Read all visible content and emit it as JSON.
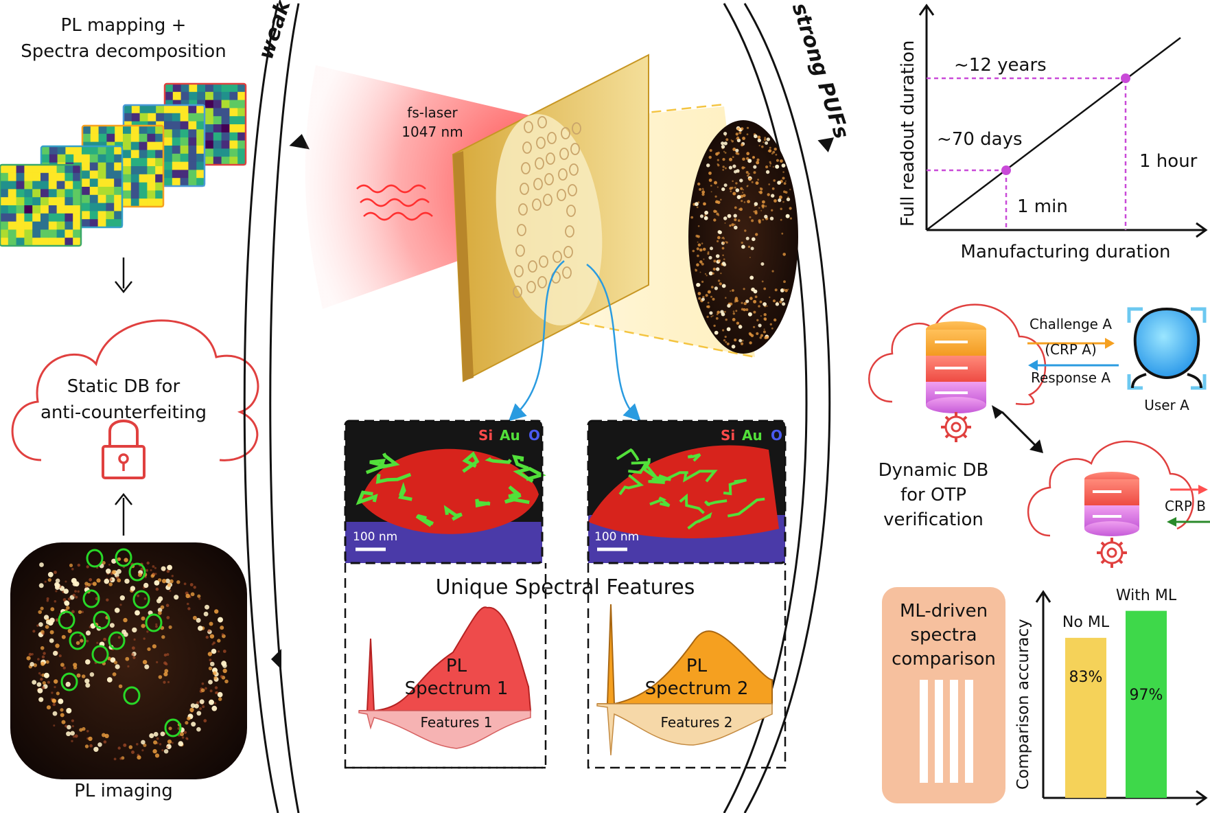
{
  "left": {
    "mapping_title_line1": "PL mapping +",
    "mapping_title_line2": "Spectra decomposition",
    "db_line1": "Static DB for",
    "db_line2": "anti-counterfeiting",
    "imaging_label": "PL imaging"
  },
  "arcs": {
    "weak_label": "weak PUFs",
    "strong_label": "strong PUFs"
  },
  "center": {
    "laser_line1": "fs-laser",
    "laser_line2": "1047 nm",
    "eds_elements": [
      "Si",
      "Au",
      "O"
    ],
    "scale_bar": "100 nm",
    "features_title": "Unique Spectral Features",
    "spectrum1_line1": "PL",
    "spectrum1_line2": "Spectrum 1",
    "features1": "Features 1",
    "spectrum2_line1": "PL",
    "spectrum2_line2": "Spectrum  2",
    "features2": "Features 2"
  },
  "readout_chart": {
    "ylabel": "Full readout duration",
    "xlabel": "Manufacturing duration",
    "point_high_label": "~12 years",
    "point_low_label": "~70 days",
    "x_high_label": "1 hour",
    "x_low_label": "1 min"
  },
  "crp": {
    "challenge": "Challenge A",
    "crp_a": "(CRP A)",
    "response": "Response A",
    "user": "User A",
    "dyn_line1": "Dynamic DB",
    "dyn_line2": "for OTP",
    "dyn_line3": "verification",
    "crp_b": "CRP B"
  },
  "ml": {
    "box_line1": "ML-driven",
    "box_line2": "spectra",
    "box_line3": "comparison"
  },
  "chart_data": {
    "type": "bar",
    "categories": [
      "No ML",
      "With ML"
    ],
    "values": [
      83,
      97
    ],
    "value_labels": [
      "83%",
      "97%"
    ],
    "ylabel": "Comparison accuracy",
    "colors": [
      "#f5d259",
      "#3ed84a"
    ]
  },
  "colors": {
    "cloud_red": "#e0403f",
    "magenta_guide": "#c94ad8",
    "laser_red": "#ff5050",
    "gold": "#e8c86a",
    "ml_box": "#f6c09e",
    "arrow_orange": "#f5a020",
    "arrow_blue": "#2a9be0",
    "arrow_green": "#2a8a2a"
  }
}
